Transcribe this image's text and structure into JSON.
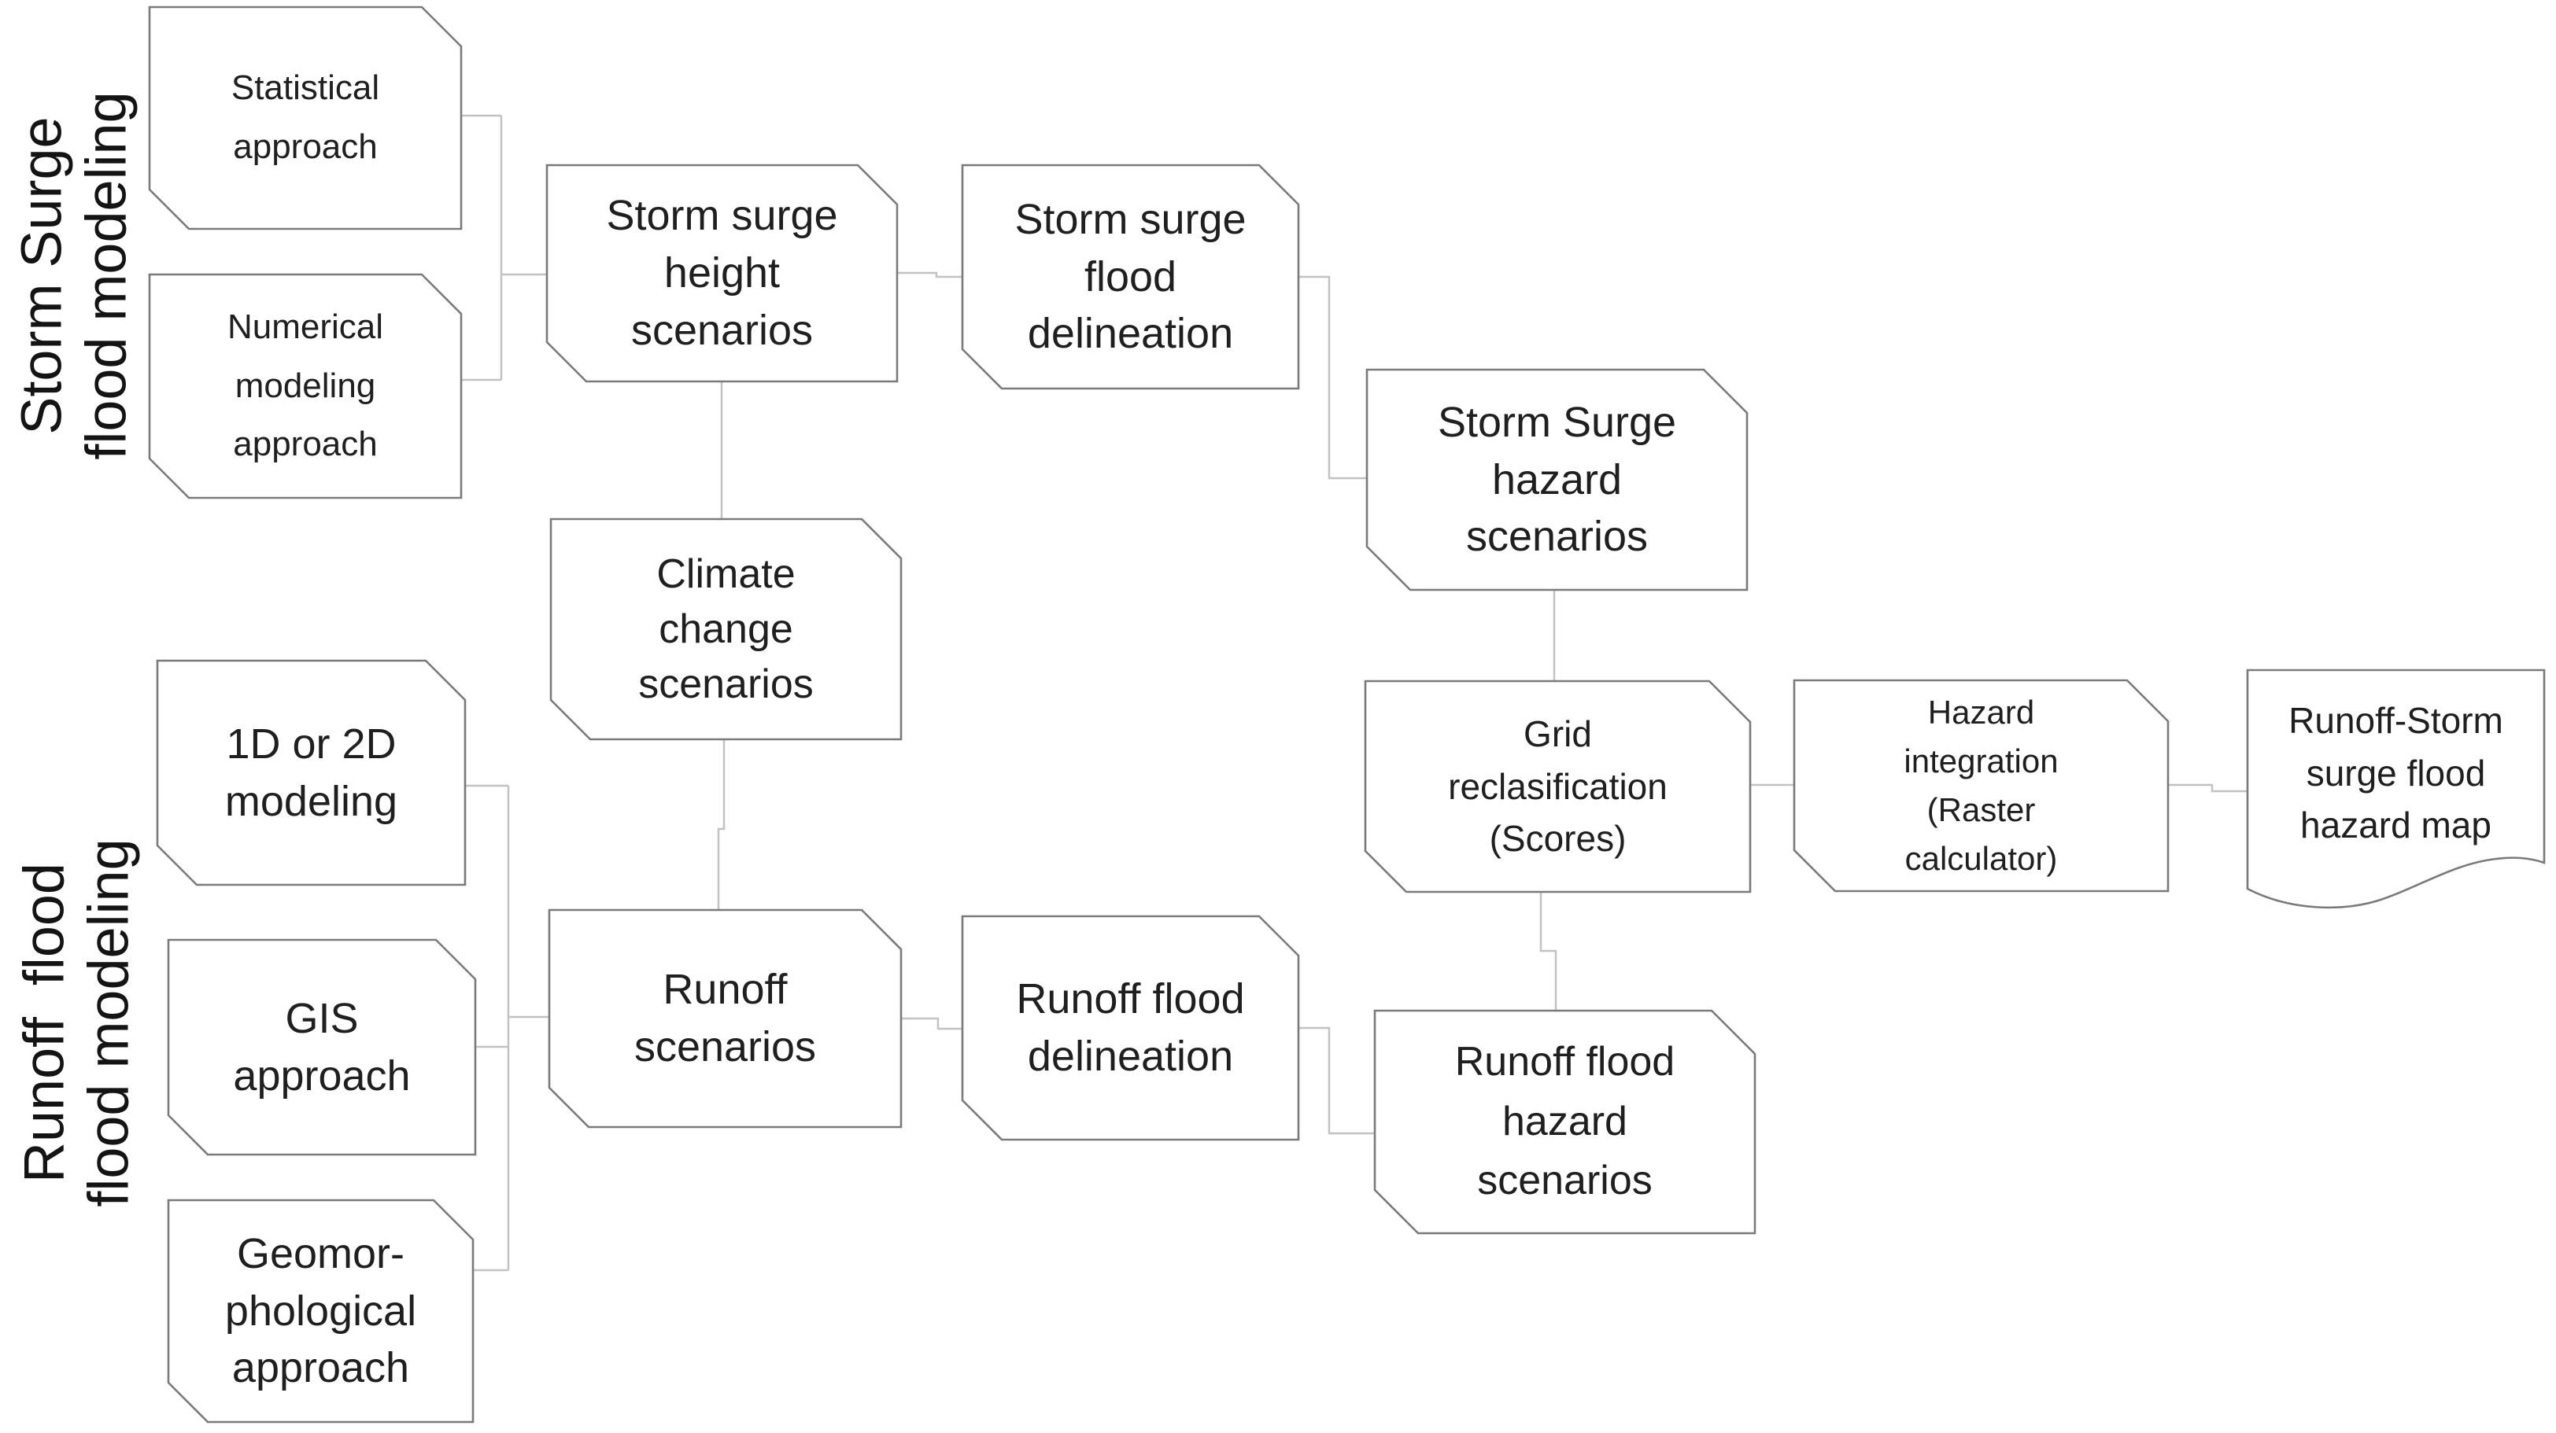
{
  "diagram": {
    "type": "flowchart",
    "background": "#ffffff",
    "colors": {
      "node_fill": "#ffffff",
      "node_border": "#7a7a7a",
      "connector": "#c2c2c2",
      "text": "#1f1f1f"
    },
    "groups": [
      {
        "id": "storm-surge-group",
        "label": "Storm Surge\nflood modeling"
      },
      {
        "id": "runoff-group",
        "label": "Runoff  flood\nflood modeling"
      }
    ],
    "nodes": [
      {
        "id": "statistical-approach",
        "shape": "notched-box",
        "label": "Statistical\napproach"
      },
      {
        "id": "numerical-modeling-approach",
        "shape": "notched-box",
        "label": "Numerical\nmodeling\napproach"
      },
      {
        "id": "storm-surge-height-scenarios",
        "shape": "notched-box",
        "label": "Storm surge\nheight\nscenarios"
      },
      {
        "id": "storm-surge-flood-delineation",
        "shape": "notched-box",
        "label": "Storm surge\nflood\ndelineation"
      },
      {
        "id": "storm-surge-hazard-scenarios",
        "shape": "notched-box",
        "label": "Storm Surge\nhazard\nscenarios"
      },
      {
        "id": "climate-change-scenarios",
        "shape": "notched-box",
        "label": "Climate\nchange\nscenarios"
      },
      {
        "id": "grid-reclasification",
        "shape": "notched-box",
        "label": "Grid\nreclasification\n(Scores)"
      },
      {
        "id": "hazard-integration",
        "shape": "notched-box",
        "label": "Hazard\nintegration\n(Raster\ncalculator)"
      },
      {
        "id": "runoff-storm-surge-flood-hazard-map",
        "shape": "document",
        "label": "Runoff-Storm\nsurge flood\nhazard map"
      },
      {
        "id": "1d-or-2d-modeling",
        "shape": "notched-box",
        "label": "1D or 2D\nmodeling"
      },
      {
        "id": "gis-approach",
        "shape": "notched-box",
        "label": "GIS\napproach"
      },
      {
        "id": "geomorphological-approach",
        "shape": "notched-box",
        "label": "Geomor-\nphological\napproach"
      },
      {
        "id": "runoff-scenarios",
        "shape": "notched-box",
        "label": "Runoff\nscenarios"
      },
      {
        "id": "runoff-flood-delineation",
        "shape": "notched-box",
        "label": "Runoff flood\ndelineation"
      },
      {
        "id": "runoff-flood-hazard-scenarios",
        "shape": "notched-box",
        "label": "Runoff flood\nhazard\nscenarios"
      }
    ],
    "edges": [
      {
        "from": "statistical-approach",
        "to": "storm-surge-height-scenarios"
      },
      {
        "from": "numerical-modeling-approach",
        "to": "storm-surge-height-scenarios"
      },
      {
        "from": "storm-surge-height-scenarios",
        "to": "storm-surge-flood-delineation"
      },
      {
        "from": "storm-surge-flood-delineation",
        "to": "storm-surge-hazard-scenarios"
      },
      {
        "from": "storm-surge-hazard-scenarios",
        "to": "grid-reclasification"
      },
      {
        "from": "storm-surge-height-scenarios",
        "to": "climate-change-scenarios"
      },
      {
        "from": "climate-change-scenarios",
        "to": "runoff-scenarios"
      },
      {
        "from": "1d-or-2d-modeling",
        "to": "runoff-scenarios"
      },
      {
        "from": "gis-approach",
        "to": "runoff-scenarios"
      },
      {
        "from": "geomorphological-approach",
        "to": "runoff-scenarios"
      },
      {
        "from": "runoff-scenarios",
        "to": "runoff-flood-delineation"
      },
      {
        "from": "runoff-flood-delineation",
        "to": "runoff-flood-hazard-scenarios"
      },
      {
        "from": "grid-reclasification",
        "to": "runoff-flood-hazard-scenarios"
      },
      {
        "from": "grid-reclasification",
        "to": "hazard-integration"
      },
      {
        "from": "hazard-integration",
        "to": "runoff-storm-surge-flood-hazard-map"
      }
    ]
  }
}
